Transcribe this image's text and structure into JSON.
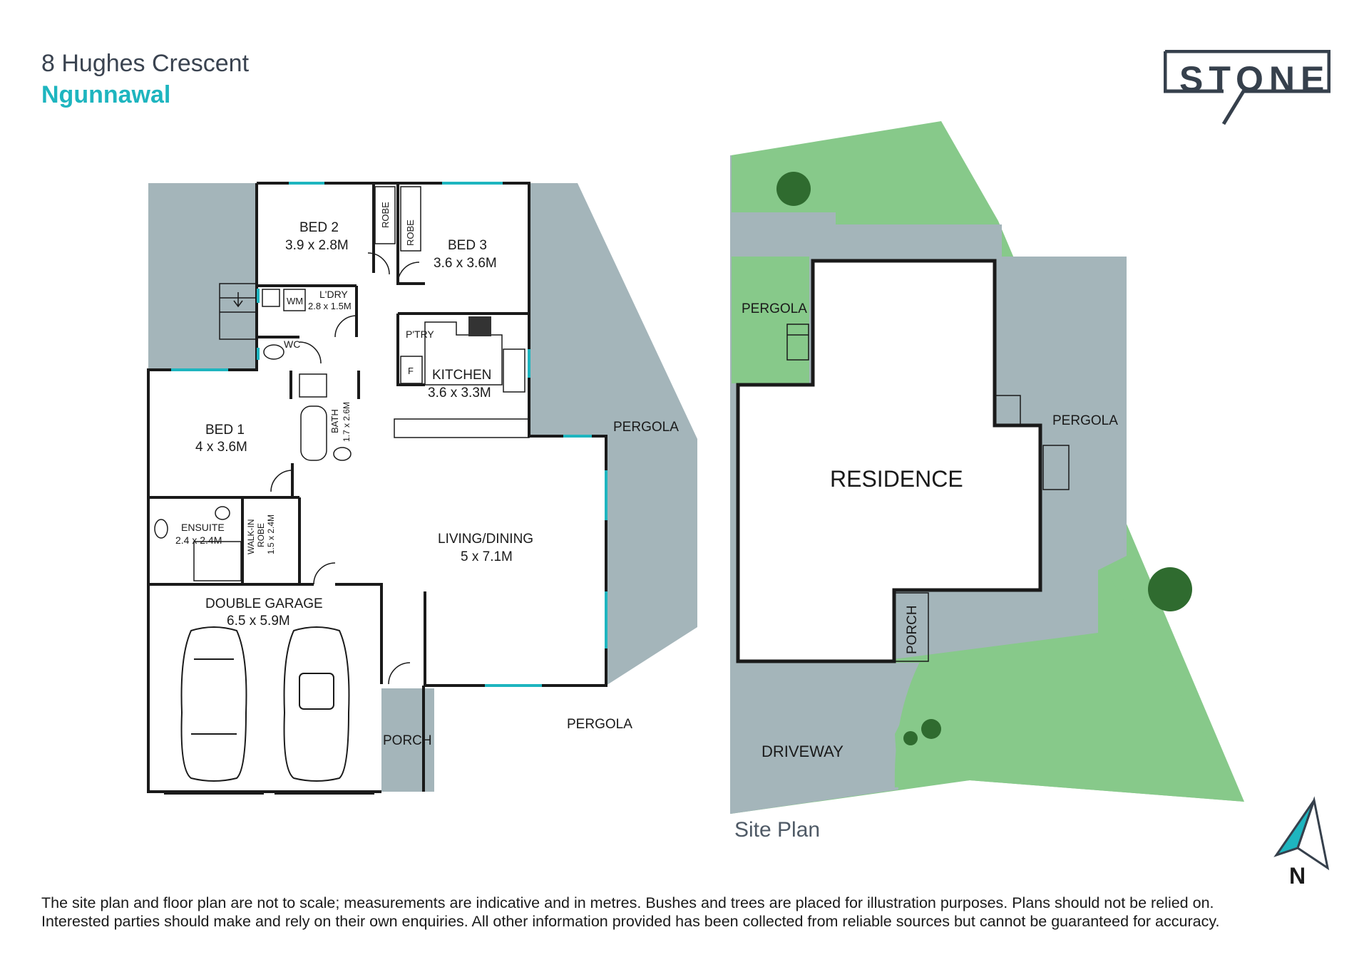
{
  "header": {
    "address_line1": "8 Hughes Crescent",
    "address_line2": "Ngunnawal"
  },
  "brand": {
    "logo_text": "STONE",
    "accent_color": "#1eb5bf",
    "dark_color": "#36404c"
  },
  "floor_plan": {
    "rooms": {
      "bed2": {
        "name": "BED 2",
        "size": "3.9 x 2.8M"
      },
      "bed3": {
        "name": "BED 3",
        "size": "3.6 x 3.6M"
      },
      "bed1": {
        "name": "BED 1",
        "size": "4 x 3.6M"
      },
      "laundry": {
        "name": "L'DRY",
        "size": "2.8 x 1.5M"
      },
      "kitchen": {
        "name": "KITCHEN",
        "size": "3.6 x 3.3M"
      },
      "pantry": {
        "name": "P'TRY"
      },
      "wc": {
        "name": "WC"
      },
      "bath": {
        "name": "BATH",
        "size": "1.7 x 2.6M"
      },
      "ensuite": {
        "name": "ENSUITE",
        "size": "2.4 x 2.4M"
      },
      "walkin": {
        "name": "WALK-IN",
        "name2": "ROBE",
        "size": "1.5 x 2.4M"
      },
      "living": {
        "name": "LIVING/DINING",
        "size": "5 x 7.1M"
      },
      "garage": {
        "name": "DOUBLE GARAGE",
        "size": "6.5 x 5.9M"
      },
      "porch": {
        "name": "PORCH"
      }
    },
    "robe_label": "ROBE",
    "wm_label": "WM",
    "fridge_label": "F",
    "pergola_label": "PERGOLA"
  },
  "site_plan": {
    "caption": "Site Plan",
    "residence_label": "RESIDENCE",
    "pergola_label": "PERGOLA",
    "porch_label": "PORCH",
    "driveway_label": "DRIVEWAY"
  },
  "compass": {
    "label": "N"
  },
  "disclaimer": {
    "line1": "The site plan and floor plan are not to scale; measurements are indicative and in metres. Bushes and trees are placed for illustration purposes. Plans should not be relied on.",
    "line2": "Interested parties should make and rely on their own enquiries. All other information provided has been collected from reliable sources but cannot be guaranteed for accuracy."
  },
  "colors": {
    "paving": "#a4b5ba",
    "lawn": "#87c98a",
    "wall": "#1a1a1a",
    "window": "#1eb5bf",
    "tree": "#2f6b2f"
  }
}
